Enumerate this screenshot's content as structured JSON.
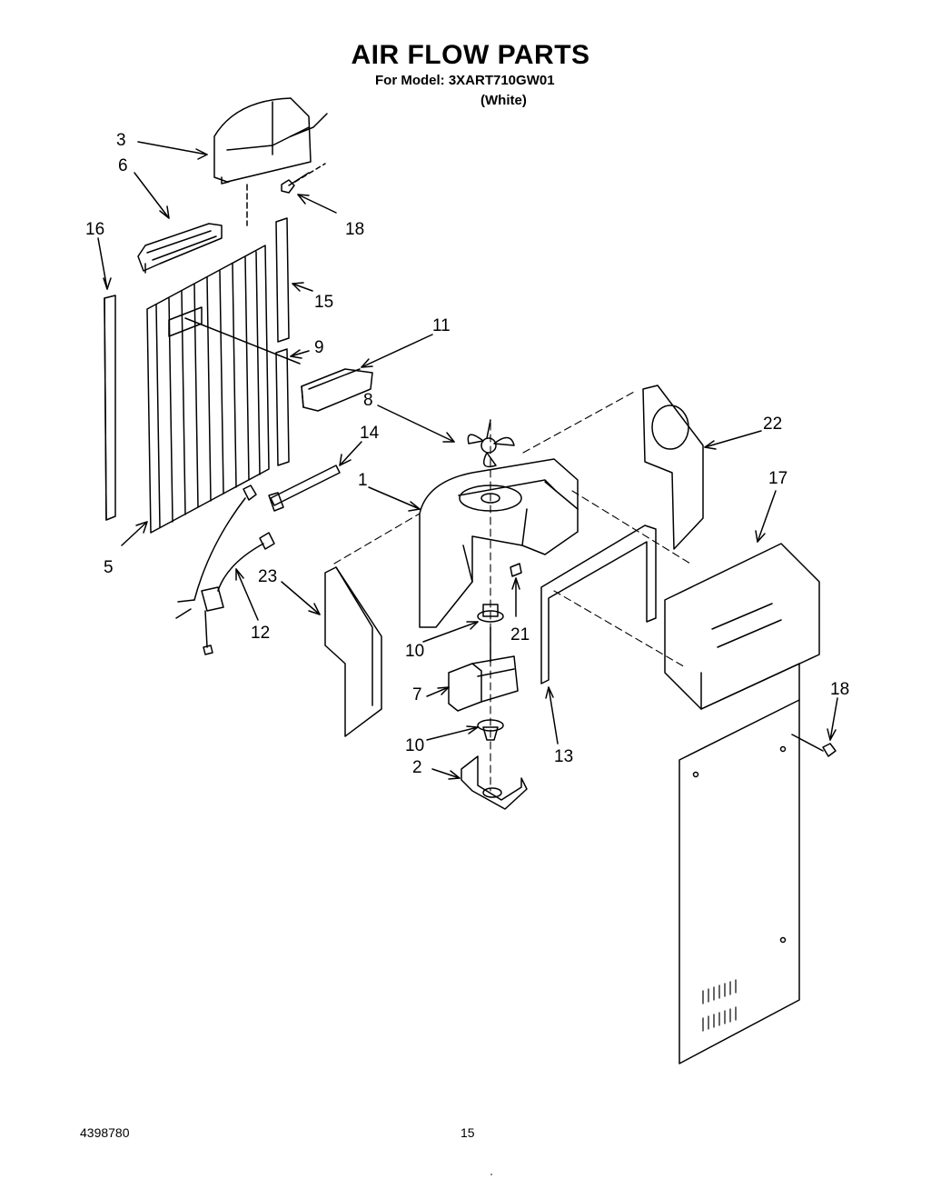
{
  "header": {
    "title": "AIR FLOW PARTS",
    "model_line": "For Model: 3XART710GW01",
    "variant": "(White)"
  },
  "callouts": [
    "3",
    "6",
    "18",
    "16",
    "15",
    "9",
    "11",
    "8",
    "14",
    "1",
    "22",
    "17",
    "5",
    "23",
    "12",
    "21",
    "10",
    "7",
    "10",
    "2",
    "13",
    "18"
  ],
  "footer": {
    "doc_number": "4398780",
    "page_number": "15"
  }
}
